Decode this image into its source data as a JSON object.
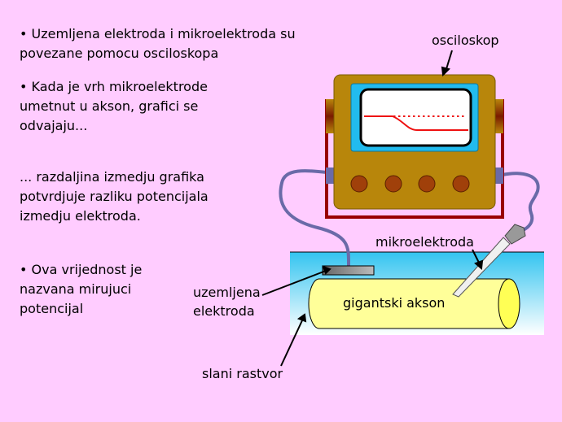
{
  "bullets": [
    {
      "line1": "• Uzemljena elektroda i mikroelektroda su",
      "line2": "povezane pomocu osciloskopa"
    },
    {
      "line1": "• Kada je vrh mikroelektrode",
      "line2": "umetnut u akson, grafici se",
      "line3": "odvajaju..."
    },
    {
      "line1": "... razdaljina izmedju grafika",
      "line2": "potvrdjuje razliku potencijala",
      "line3": "izmedju elektroda."
    },
    {
      "line1": "• Ova vrijednost je",
      "line2": "nazvana mirujuci",
      "line3": "potencijal"
    }
  ],
  "labels": {
    "oscilloscope": "osciloskop",
    "microelectrode": "mikroelektroda",
    "ground_electrode_1": "uzemljena",
    "ground_electrode_2": "elektroda",
    "axon": "gigantski akson",
    "saline": "slani rastvor"
  },
  "colors": {
    "background": "#ffccff",
    "trace": "#ee1111",
    "scope_body": "#b8860b",
    "screen_frame": "#22bbee"
  }
}
